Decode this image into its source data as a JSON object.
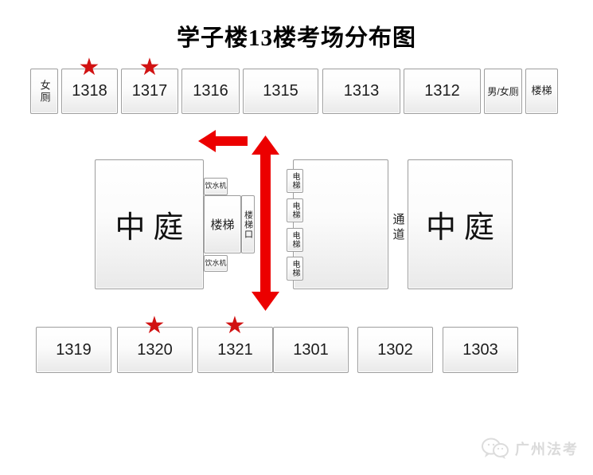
{
  "title": "学子楼13楼考场分布图",
  "glyphs": {
    "star": "★"
  },
  "colors": {
    "star_red": "#d11212",
    "arrow_red": "#ec0000",
    "room_border": "#9e9e9e",
    "watermark_gray": "#dadada"
  },
  "top_row": [
    {
      "label": "女厕",
      "starred": false
    },
    {
      "label": "1318",
      "starred": true
    },
    {
      "label": "1317",
      "starred": true
    },
    {
      "label": "1316",
      "starred": false
    },
    {
      "label": "1315",
      "starred": false
    },
    {
      "label": "1313",
      "starred": false
    },
    {
      "label": "1312",
      "starred": false
    },
    {
      "label": "男/女厕",
      "starred": false
    },
    {
      "label": "楼梯",
      "starred": false
    }
  ],
  "middle": {
    "atrium_left": "中庭",
    "water_dispenser_top": "饮水机",
    "stairs": "楼梯",
    "stairs_entrance": "楼梯口",
    "water_dispenser_bottom": "饮水机",
    "elevators": [
      "电梯",
      "电梯",
      "电梯",
      "电梯"
    ],
    "passage": "通道",
    "atrium_right": "中庭"
  },
  "bottom_row": [
    {
      "label": "1319",
      "starred": false
    },
    {
      "label": "1320",
      "starred": true
    },
    {
      "label": "1321",
      "starred": true
    },
    {
      "label": "1301",
      "starred": false
    },
    {
      "label": "1302",
      "starred": false
    },
    {
      "label": "1303",
      "starred": false
    }
  ],
  "watermark": {
    "text": "广州法考",
    "icon": "wechat-chat-bubbles-icon"
  }
}
